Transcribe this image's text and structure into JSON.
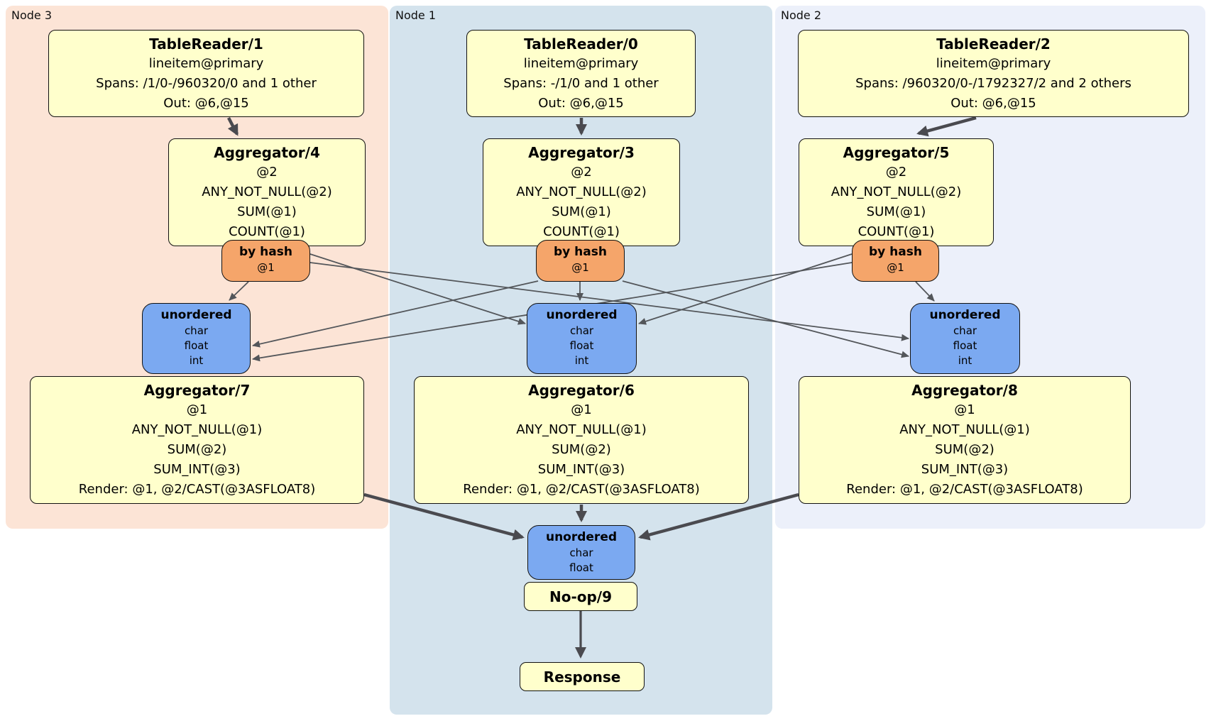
{
  "nodes": {
    "node3": {
      "label": "Node 3",
      "table_reader": {
        "title": "TableReader/1",
        "lines": [
          "lineitem@primary",
          "Spans: /1/0-/960320/0 and 1 other",
          "Out: @6,@15"
        ]
      },
      "aggregator_top": {
        "title": "Aggregator/4",
        "lines": [
          "@2",
          "ANY_NOT_NULL(@2)",
          "SUM(@1)",
          "COUNT(@1)"
        ]
      },
      "hash_router": {
        "title": "by hash",
        "lines": [
          "@1"
        ]
      },
      "merge": {
        "title": "unordered",
        "lines": [
          "char",
          "float",
          "int"
        ]
      },
      "aggregator_bottom": {
        "title": "Aggregator/7",
        "lines": [
          "@1",
          "ANY_NOT_NULL(@1)",
          "SUM(@2)",
          "SUM_INT(@3)",
          "Render: @1, @2/CAST(@3ASFLOAT8)"
        ]
      }
    },
    "node1": {
      "label": "Node 1",
      "table_reader": {
        "title": "TableReader/0",
        "lines": [
          "lineitem@primary",
          "Spans: -/1/0 and 1 other",
          "Out: @6,@15"
        ]
      },
      "aggregator_top": {
        "title": "Aggregator/3",
        "lines": [
          "@2",
          "ANY_NOT_NULL(@2)",
          "SUM(@1)",
          "COUNT(@1)"
        ]
      },
      "hash_router": {
        "title": "by hash",
        "lines": [
          "@1"
        ]
      },
      "merge": {
        "title": "unordered",
        "lines": [
          "char",
          "float",
          "int"
        ]
      },
      "aggregator_bottom": {
        "title": "Aggregator/6",
        "lines": [
          "@1",
          "ANY_NOT_NULL(@1)",
          "SUM(@2)",
          "SUM_INT(@3)",
          "Render: @1, @2/CAST(@3ASFLOAT8)"
        ]
      }
    },
    "node2": {
      "label": "Node 2",
      "table_reader": {
        "title": "TableReader/2",
        "lines": [
          "lineitem@primary",
          "Spans: /960320/0-/1792327/2 and 2 others",
          "Out: @6,@15"
        ]
      },
      "aggregator_top": {
        "title": "Aggregator/5",
        "lines": [
          "@2",
          "ANY_NOT_NULL(@2)",
          "SUM(@1)",
          "COUNT(@1)"
        ]
      },
      "hash_router": {
        "title": "by hash",
        "lines": [
          "@1"
        ]
      },
      "merge": {
        "title": "unordered",
        "lines": [
          "char",
          "float",
          "int"
        ]
      },
      "aggregator_bottom": {
        "title": "Aggregator/8",
        "lines": [
          "@1",
          "ANY_NOT_NULL(@1)",
          "SUM(@2)",
          "SUM_INT(@3)",
          "Render: @1, @2/CAST(@3ASFLOAT8)"
        ]
      }
    }
  },
  "final": {
    "merge": {
      "title": "unordered",
      "lines": [
        "char",
        "float"
      ]
    },
    "noop_label": "No-op/9",
    "response_label": "Response"
  },
  "colors": {
    "node3_bg": "#fce4d6",
    "node1_bg": "#d4e3ed",
    "node2_bg": "#ecf0fa",
    "box_bg": "#ffffcc",
    "hash_router_bg": "#f5a56a",
    "merge_bg": "#7ba9f1",
    "edge": "#53565a",
    "edge_thick": "#4a4a4f"
  }
}
